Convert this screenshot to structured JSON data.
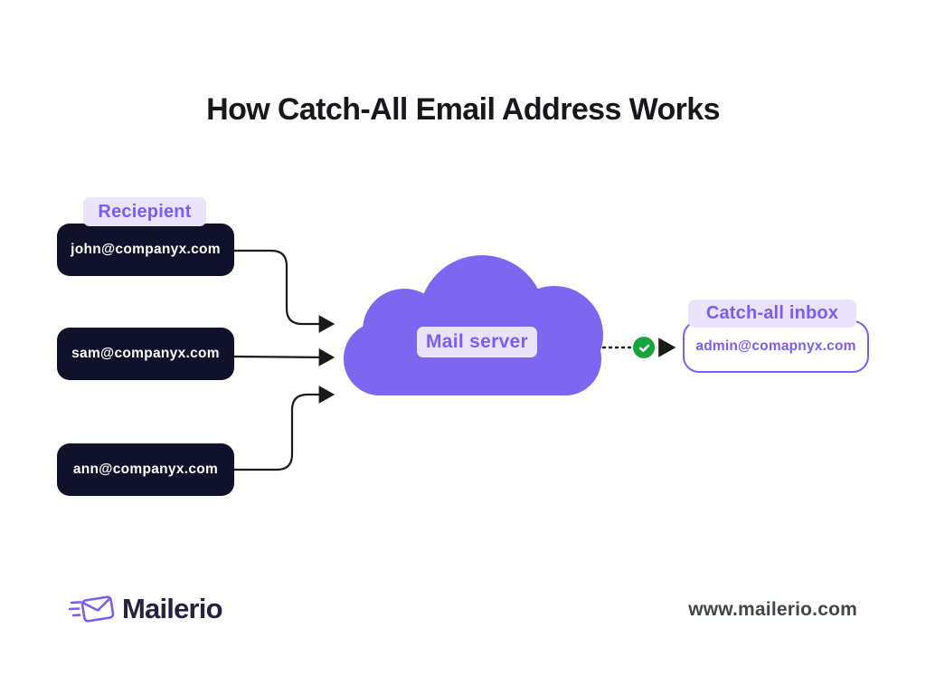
{
  "title": "How Catch-All Email Address Works",
  "recipients": {
    "label": "Reciepient",
    "items": [
      "john@companyx.com",
      "sam@companyx.com",
      "ann@companyx.com"
    ]
  },
  "mail_server": {
    "label": "Mail server"
  },
  "catch_all": {
    "label": "Catch-all inbox",
    "email": "admin@comapnyx.com"
  },
  "footer": {
    "brand": "Mailerio",
    "website": "www.mailerio.com"
  },
  "icons": {
    "check": "checkmark-in-green-circle",
    "envelope": "flying-envelope-logo"
  },
  "colors": {
    "accent_purple": "#7b5cf6",
    "lavender_tag_bg": "#e9e4fb",
    "dark_navy_box": "#10112b",
    "cloud_purple": "#7d66f0",
    "success_green": "#18a43c",
    "title_ink": "#17171c",
    "footer_gray": "#41464e"
  }
}
